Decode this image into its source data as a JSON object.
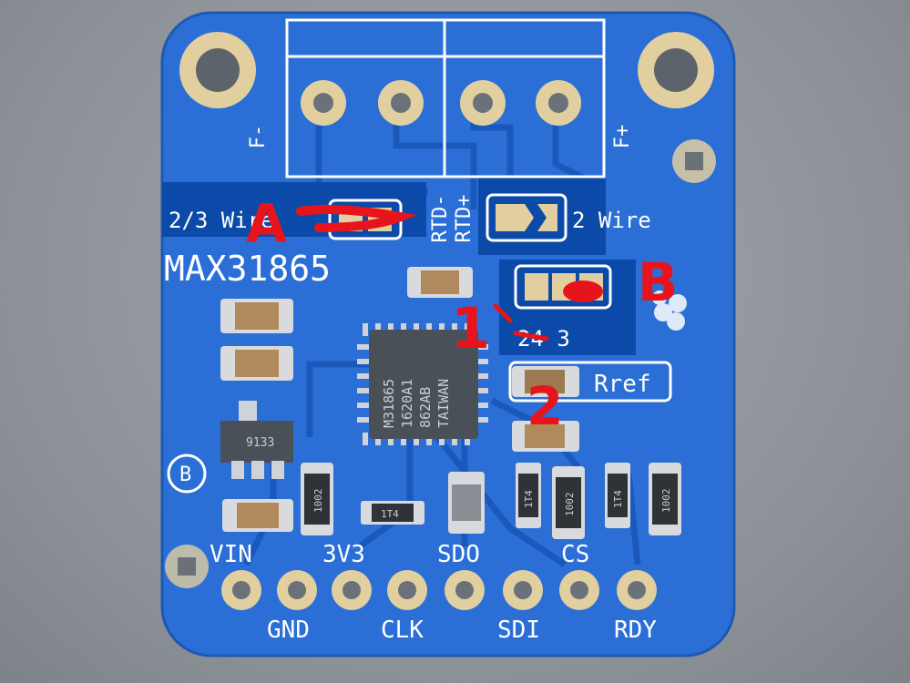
{
  "board": {
    "title": "MAX31865",
    "colors": {
      "pcb": "#2b6fd6",
      "pcb_dark": "#0b4aa8",
      "pad": "#e2cfa0",
      "silk": "#ffffff",
      "annotation": "#e8141b"
    }
  },
  "terminal_labels": {
    "left": "F-",
    "right": "F+"
  },
  "rtd_labels": {
    "minus": "RTD-",
    "plus": "RTD+"
  },
  "jumpers": {
    "wire23": "2/3 Wire",
    "wire2": "2 Wire",
    "wire243": "24 3"
  },
  "rref_label": "Rref",
  "chip": {
    "line1": "M31865",
    "line2": "1620A1",
    "line3": "862AB",
    "line4": "TAIWAN"
  },
  "regulator_marking": "9133",
  "resistor_markings": [
    "1002",
    "1002",
    "1002"
  ],
  "diode_markings": [
    "1T4",
    "1T4",
    "1T4"
  ],
  "pins_top": [
    "VIN",
    "3V3",
    "SDO",
    "CS"
  ],
  "pins_bottom": [
    "GND",
    "CLK",
    "SDI",
    "RDY"
  ],
  "icons": [
    "mounting-hole-icon",
    "screw-terminal-icon",
    "adafruit-flower-icon",
    "b-logo-icon"
  ],
  "annotations": {
    "label_a": "A",
    "label_b": "B",
    "label_1": "1",
    "label_2": "2"
  }
}
